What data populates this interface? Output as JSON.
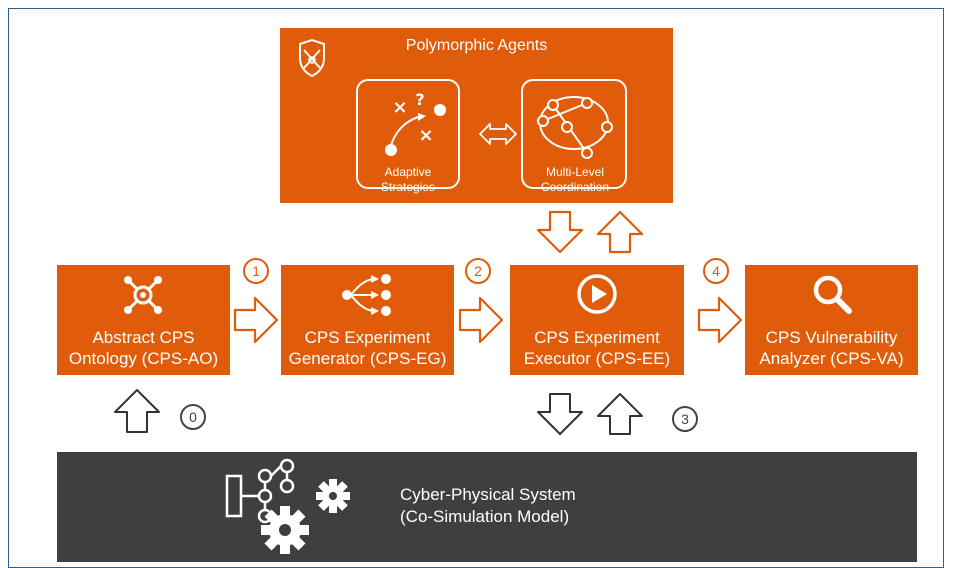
{
  "agents": {
    "title": "Polymorphic Agents",
    "adaptive_strategies": "Adaptive\nStrategies",
    "multi_level_coordination": "Multi-Level\nCoordination"
  },
  "components": [
    {
      "line1": "Abstract CPS",
      "line2": "Ontology (CPS-AO)"
    },
    {
      "line1": "CPS Experiment",
      "line2": "Generator (CPS-EG)"
    },
    {
      "line1": "CPS Experiment",
      "line2": "Executor (CPS-EE)"
    },
    {
      "line1": "CPS Vulnerability",
      "line2": "Analyzer (CPS-VA)"
    }
  ],
  "steps": {
    "s0": "0",
    "s1": "1",
    "s2": "2",
    "s3": "3",
    "s4": "4"
  },
  "system": {
    "line1": "Cyber-Physical System",
    "line2": "(Co-Simulation Model)"
  },
  "colors": {
    "accent": "#e05c0a",
    "dark_panel": "#3f3f3f",
    "frame_border": "#2e5f8a"
  }
}
